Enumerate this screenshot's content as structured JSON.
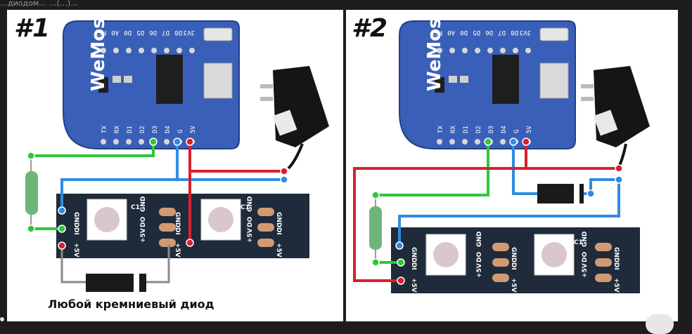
{
  "top_text": "…диодом…  …(…)…",
  "panels": [
    {
      "label": "#1",
      "board_logo": "WeMos",
      "top_pins": [
        "RST",
        "A0",
        "D0",
        "D5",
        "D6",
        "D7",
        "D8",
        "3V3"
      ],
      "bottom_pins": [
        "TX",
        "RX",
        "D1",
        "D2",
        "D3",
        "D4",
        "G",
        "5V"
      ]
    },
    {
      "label": "#2",
      "board_logo": "WeMos",
      "top_pins": [
        "RST",
        "A0",
        "D0",
        "D5",
        "D6",
        "D7",
        "D8",
        "3V3"
      ],
      "bottom_pins": [
        "TX",
        "RX",
        "D1",
        "D2",
        "D3",
        "D4",
        "G",
        "5V"
      ]
    }
  ],
  "strip_labels": {
    "gnd": "GND",
    "di": "DI",
    "v5": "+5V",
    "do": "DO",
    "c1": "C1"
  },
  "caption": "Любой кремниевый диод",
  "colors": {
    "board": "#3a5fb8",
    "board_dark": "#2a4594",
    "strip": "#1f2b3a",
    "pad": "#d29a72",
    "wire_green": "#2fc63a",
    "wire_blue": "#2f8be0",
    "wire_red": "#d8202e",
    "wire_gray": "#8a8a8a",
    "resistor": "#6fb57b",
    "diode": "#1a1a1a"
  }
}
